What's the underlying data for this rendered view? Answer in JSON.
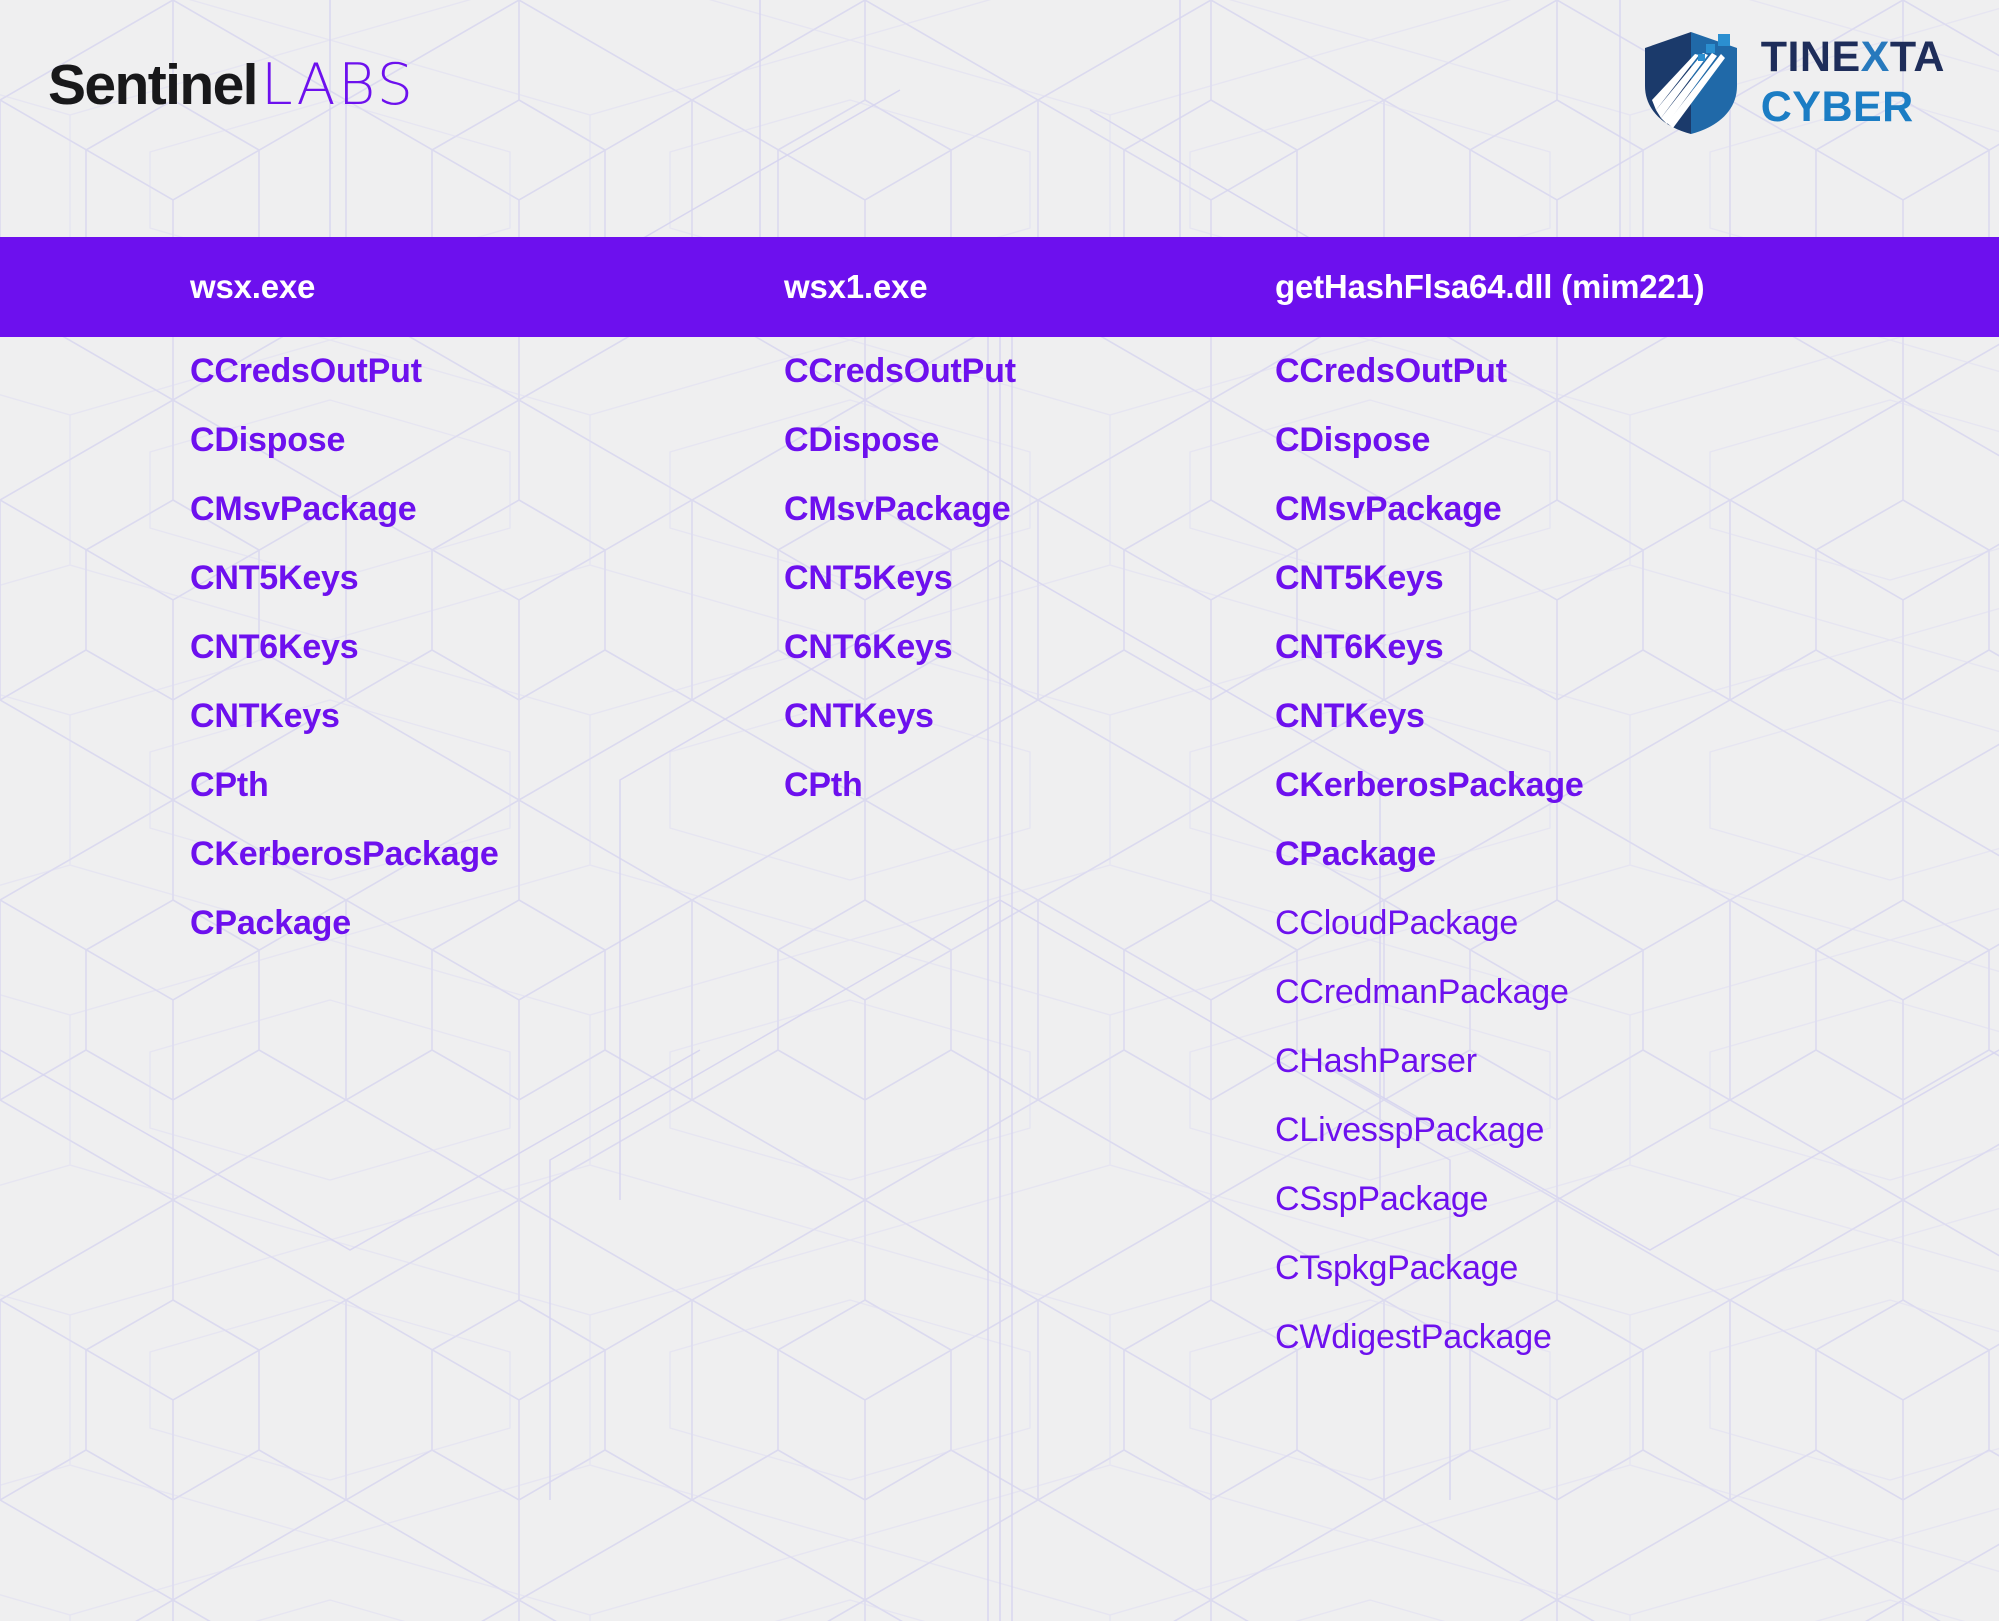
{
  "brand": {
    "sentinel_labs": {
      "word1": "Sentinel",
      "word2": "LABS",
      "accent_color": "#6d10ee",
      "dark_color": "#18181a"
    },
    "tinexta_cyber": {
      "line1_a": "TINE",
      "line1_x": "X",
      "line1_b": "TA",
      "line2": "CYBER",
      "navy_color": "#1e2d5a",
      "blue_color": "#1b7dc4"
    }
  },
  "theme": {
    "background": "#efeff0",
    "header_bar": "#6d10ee",
    "header_text": "#ffffff",
    "entry_color": "#6d10ee",
    "pattern_line": "#d8d6ef"
  },
  "table": {
    "columns": [
      {
        "header": "wsx.exe",
        "entries": [
          {
            "label": "CCredsOutPut",
            "weight": "bold"
          },
          {
            "label": "CDispose",
            "weight": "bold"
          },
          {
            "label": "CMsvPackage",
            "weight": "bold"
          },
          {
            "label": "CNT5Keys",
            "weight": "bold"
          },
          {
            "label": "CNT6Keys",
            "weight": "bold"
          },
          {
            "label": "CNTKeys",
            "weight": "bold"
          },
          {
            "label": "CPth",
            "weight": "bold"
          },
          {
            "label": "CKerberosPackage",
            "weight": "bold"
          },
          {
            "label": "CPackage",
            "weight": "bold"
          }
        ]
      },
      {
        "header": "wsx1.exe",
        "entries": [
          {
            "label": "CCredsOutPut",
            "weight": "bold"
          },
          {
            "label": "CDispose",
            "weight": "bold"
          },
          {
            "label": "CMsvPackage",
            "weight": "bold"
          },
          {
            "label": "CNT5Keys",
            "weight": "bold"
          },
          {
            "label": "CNT6Keys",
            "weight": "bold"
          },
          {
            "label": "CNTKeys",
            "weight": "bold"
          },
          {
            "label": "CPth",
            "weight": "bold"
          }
        ]
      },
      {
        "header": "getHashFlsa64.dll (mim221)",
        "entries": [
          {
            "label": "CCredsOutPut",
            "weight": "bold"
          },
          {
            "label": "CDispose",
            "weight": "bold"
          },
          {
            "label": "CMsvPackage",
            "weight": "bold"
          },
          {
            "label": "CNT5Keys",
            "weight": "bold"
          },
          {
            "label": "CNT6Keys",
            "weight": "bold"
          },
          {
            "label": "CNTKeys",
            "weight": "bold"
          },
          {
            "label": "CKerberosPackage",
            "weight": "bold"
          },
          {
            "label": "CPackage",
            "weight": "bold"
          },
          {
            "label": "CCloudPackage",
            "weight": "normal"
          },
          {
            "label": "CCredmanPackage",
            "weight": "normal"
          },
          {
            "label": "CHashParser",
            "weight": "normal"
          },
          {
            "label": "CLivesspPackage",
            "weight": "normal"
          },
          {
            "label": "CSspPackage",
            "weight": "normal"
          },
          {
            "label": "CTspkgPackage",
            "weight": "normal"
          },
          {
            "label": "CWdigestPackage",
            "weight": "normal"
          }
        ]
      }
    ]
  }
}
